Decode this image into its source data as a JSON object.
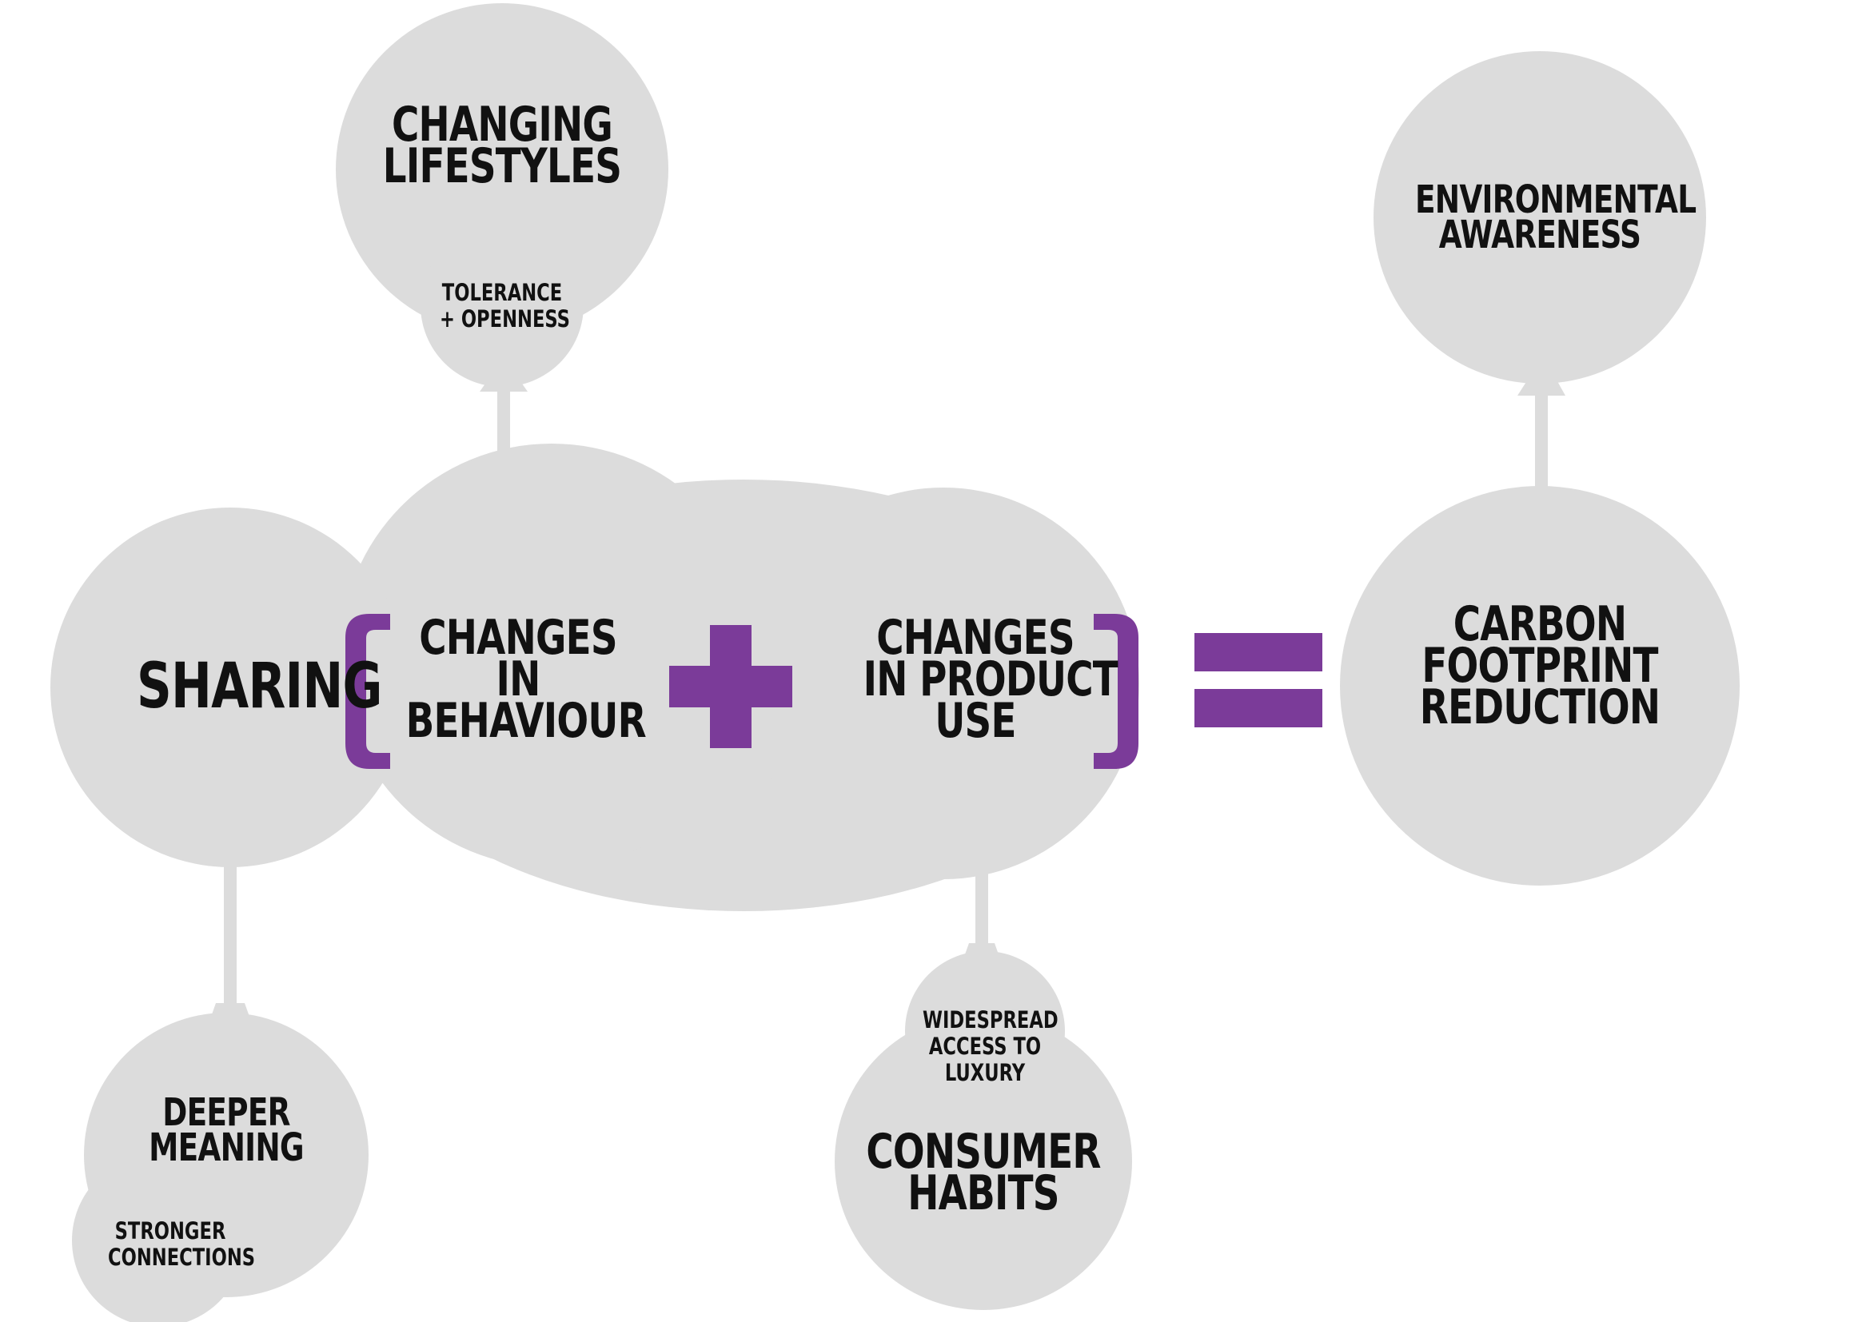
{
  "colors": {
    "bubble": "#dcdcdc",
    "accent": "#7b3b99",
    "text": "#111111"
  },
  "nodes": {
    "changing_lifestyles": {
      "title": [
        "CHANGING",
        "LIFESTYLES"
      ],
      "sub": [
        "TOLERANCE",
        "+ OPENNESS"
      ]
    },
    "environmental_awareness": {
      "title": [
        "ENVIRONMENTAL",
        "AWARENESS"
      ]
    },
    "sharing": {
      "title": [
        "SHARING"
      ]
    },
    "changes_in_behaviour": {
      "title": [
        "CHANGES",
        "IN",
        "BEHAVIOUR"
      ]
    },
    "changes_in_product_use": {
      "title": [
        "CHANGES",
        "IN PRODUCT",
        "USE"
      ]
    },
    "carbon_footprint_reduction": {
      "title": [
        "CARBON",
        "FOOTPRINT",
        "REDUCTION"
      ]
    },
    "deeper_meaning": {
      "title": [
        "DEEPER",
        "MEANING"
      ],
      "sub": [
        "STRONGER",
        "CONNECTIONS"
      ]
    },
    "consumer_habits": {
      "title": [
        "CONSUMER",
        "HABITS"
      ],
      "sub": [
        "WIDESPREAD",
        "ACCESS TO",
        "LUXURY"
      ]
    }
  },
  "operators": [
    "plus-icon",
    "equals-icon",
    "bracket-left-icon",
    "bracket-right-icon"
  ]
}
